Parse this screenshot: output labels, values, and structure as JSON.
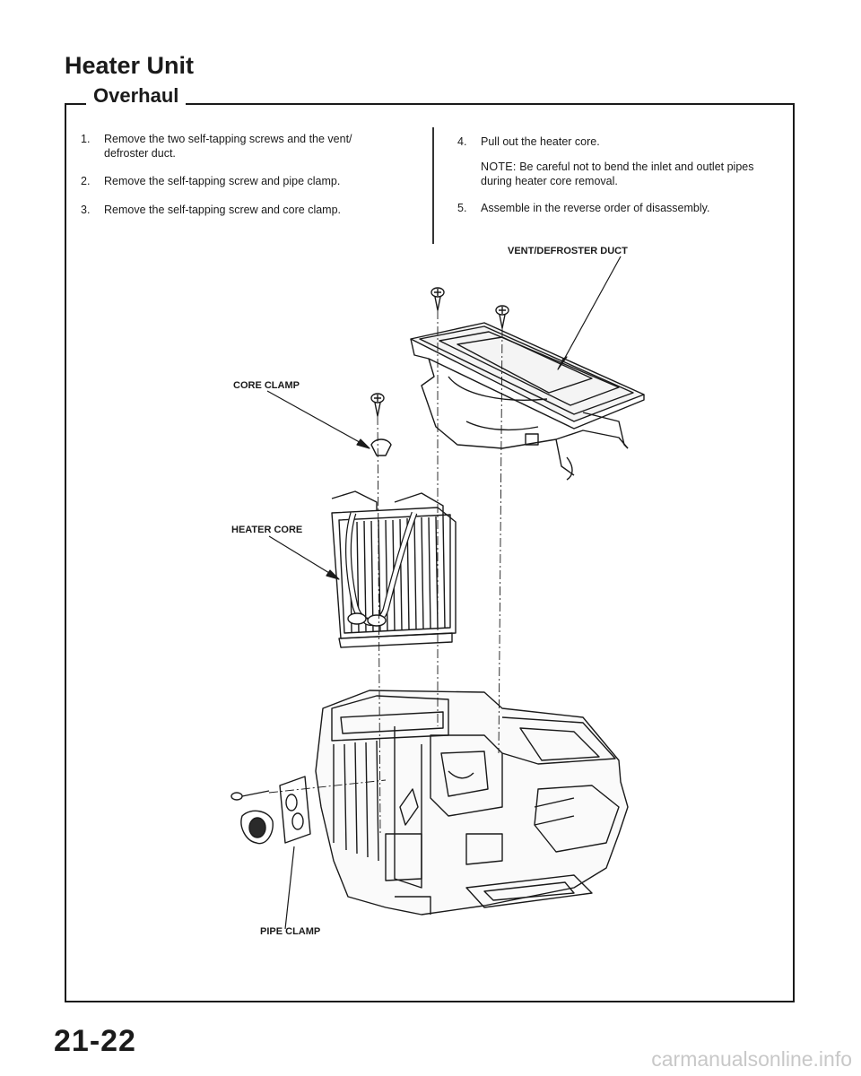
{
  "header": {
    "title": "Heater Unit",
    "section": "Overhaul"
  },
  "steps_left": [
    {
      "num": "1.",
      "text": "Remove the two self-tapping screws and the vent/ defroster duct."
    },
    {
      "num": "2.",
      "text": "Remove the self-tapping screw and pipe clamp."
    },
    {
      "num": "3.",
      "text": "Remove the self-tapping screw and core clamp."
    }
  ],
  "steps_right": {
    "step4": {
      "num": "4.",
      "text": "Pull out the heater core."
    },
    "note": {
      "label": "NOTE:",
      "text": "Be careful not to bend the inlet and outlet pipes during heater core removal."
    },
    "step5": {
      "num": "5.",
      "text": "Assemble in the reverse order of disassembly."
    }
  },
  "callouts": {
    "vent_duct": "VENT/DEFROSTER DUCT",
    "core_clamp": "CORE CLAMP",
    "heater_core": "HEATER CORE",
    "pipe_clamp": "PIPE CLAMP"
  },
  "footer": {
    "page_number": "21-22",
    "watermark": "carmanualsonline.info"
  }
}
